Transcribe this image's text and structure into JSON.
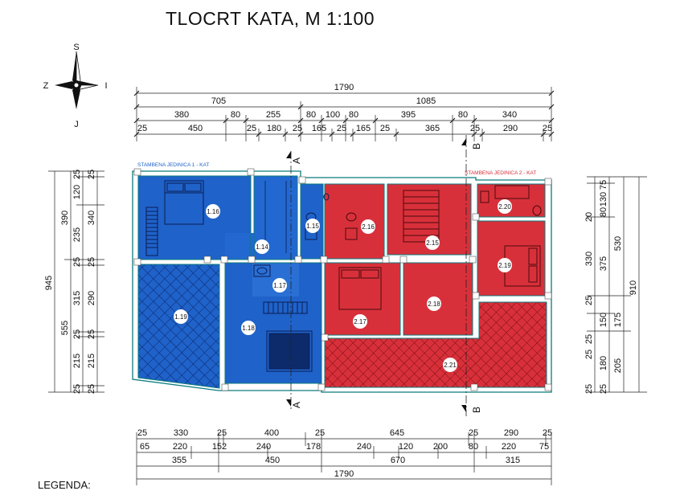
{
  "title": "TLOCRT KATA, M 1:100",
  "legend_label": "LEGENDA:",
  "compass": {
    "north": "S",
    "south": "J",
    "west": "Z",
    "east": "I"
  },
  "units": [
    {
      "label": "STAMBENA JEDINICA 1 - KAT",
      "color": "#1f62c9"
    },
    {
      "label": "STAMBENA JEDINICA 2 - KAT",
      "color": "#d8303a"
    }
  ],
  "section_marks": [
    "A",
    "A",
    "B",
    "B"
  ],
  "rooms": [
    {
      "id": "1.16",
      "unit": 1
    },
    {
      "id": "1.14",
      "unit": 1
    },
    {
      "id": "1.15",
      "unit": 1
    },
    {
      "id": "1.17",
      "unit": 1
    },
    {
      "id": "1.18",
      "unit": 1
    },
    {
      "id": "1.19",
      "unit": 1
    },
    {
      "id": "2.16",
      "unit": 2
    },
    {
      "id": "2.15",
      "unit": 2
    },
    {
      "id": "2.20",
      "unit": 2
    },
    {
      "id": "2.19",
      "unit": 2
    },
    {
      "id": "2.17",
      "unit": 2
    },
    {
      "id": "2.18",
      "unit": 2
    },
    {
      "id": "2.21",
      "unit": 2
    }
  ],
  "dimensions": {
    "top_total": "1790",
    "top_row2": [
      "705",
      "1085"
    ],
    "top_row3": [
      "380",
      "80",
      "255",
      "80",
      "100",
      "80",
      "395",
      "80",
      "340"
    ],
    "top_row4": [
      "25",
      "450",
      "25",
      "180",
      "25",
      "165",
      "25",
      "165",
      "25",
      "365",
      "25",
      "290",
      "25"
    ],
    "left_total": "945",
    "left_row2": [
      "390",
      "555"
    ],
    "left_row3": [
      "25",
      "120",
      "235",
      "25",
      "315",
      "25",
      "215",
      "25"
    ],
    "left_row4": [
      "25",
      "340",
      "25",
      "290",
      "25",
      "215",
      "25"
    ],
    "right_total": "910",
    "right_row2": [
      "530",
      "175",
      "205"
    ],
    "right_row3": [
      "130",
      "80",
      "75",
      "375",
      "150",
      "180",
      "25"
    ],
    "right_row4": [
      "20",
      "330",
      "25",
      "25",
      "25",
      "25"
    ],
    "bottom_row1": [
      "25",
      "330",
      "25",
      "400",
      "25",
      "645",
      "25",
      "290",
      "25"
    ],
    "bottom_row2": [
      "65",
      "220",
      "152",
      "240",
      "178",
      "240",
      "120",
      "200",
      "80",
      "220",
      "75"
    ],
    "bottom_row3": [
      "355",
      "450",
      "670",
      "315"
    ],
    "bottom_total": "1790"
  }
}
